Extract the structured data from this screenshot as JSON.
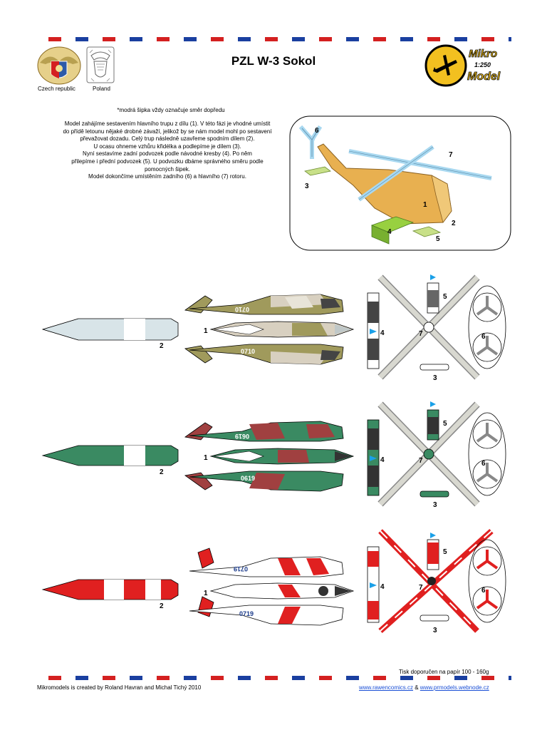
{
  "title": "PZL W-3 Sokol",
  "logos": {
    "czech_caption": "Czech republic",
    "poland_caption": "Poland",
    "mikro_word": "Mikro",
    "model_word": "Model",
    "scale": "1:250"
  },
  "instructions": {
    "arrow_note": "*modrá šipka vždy označuje směr dopředu",
    "lines": [
      "Model zahájíme sestavením hlavního trupu z dílu (1). V této fázi je vhodné umístit",
      "do přídě letounu nějaké drobné závaží, jelikož by se nám model mohl po sestavení",
      "převažovat dozadu. Celý trup následně uzavřeme spodním dílem (2).",
      "U ocasu ohneme vzhůru křidélka a podlepíme je dílem (3).",
      "Nyní sestavíme zadní podvozek podle návodné kresby (4). Po něm",
      "přilepíme i přední podvozek (5). U podvozku dbáme správného směru podle",
      "pomocných šipek.",
      "Model dokončíme umístěním zadního (6) a hlavního (7) rotoru."
    ]
  },
  "assembly_labels": [
    "1",
    "2",
    "3",
    "4",
    "5",
    "6",
    "7"
  ],
  "variants": [
    {
      "serial": "0710",
      "serial_mirror": "0710",
      "colors": {
        "main": "#a09a5c",
        "alt": "#d8d0c0",
        "accent": "#e8e4d8"
      }
    },
    {
      "serial": "0619",
      "serial_mirror": "0619",
      "colors": {
        "main": "#3a8a62",
        "alt": "#a04040",
        "accent": "#333333"
      }
    },
    {
      "serial": "0719",
      "serial_mirror": "0719",
      "colors": {
        "main": "#e02020",
        "alt": "#ffffff",
        "accent": "#1a3a8a"
      }
    }
  ],
  "print_note": "Tisk doporučen na papír 100 - 160g",
  "footer": {
    "credit": "Mikromodels is created by Roland Havran and Michal Tichý 2010",
    "link1": "www.rawencomics.cz",
    "amp": " & ",
    "link2": "www.prmodels.webnode.cz"
  },
  "colors": {
    "red": "#d42020",
    "blue": "#1a3fa0",
    "arrow": "#1aa0e8",
    "diagram_body": "#e8b050",
    "diagram_rotor": "#a8d8f0",
    "diagram_gear": "#98d040"
  }
}
